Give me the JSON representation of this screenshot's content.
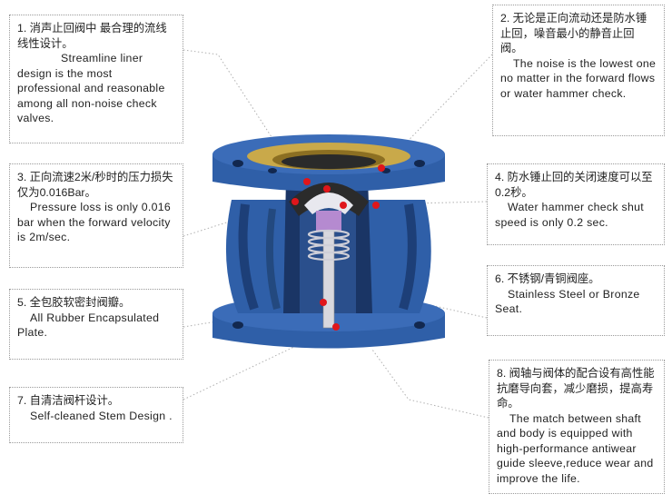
{
  "callouts": [
    {
      "id": 1,
      "cn": "1. 消声止回阀中  最合理的流线线性设计。",
      "en": "Streamline liner\ndesign is the most professional and reasonable among all non-noise check valves."
    },
    {
      "id": 2,
      "cn": "2. 无论是正向流动还是防水锤止回，噪音最小的静音止回阀。",
      "en": "The noise is the lowest one no matter in the forward flows or water hammer check."
    },
    {
      "id": 3,
      "cn": "3. 正向流速2米/秒时的压力损失仅为0.016Bar。",
      "en": "Pressure loss is only 0.016 bar when the forward velocity is 2m/sec."
    },
    {
      "id": 4,
      "cn": "4. 防水锤止回的关闭速度可以至0.2秒。",
      "en": "Water hammer check shut speed is only 0.2 sec."
    },
    {
      "id": 5,
      "cn": "5. 全包胶软密封阀瓣。",
      "en": "All Rubber Encapsulated Plate."
    },
    {
      "id": 6,
      "cn": "6. 不锈钢/青铜阀座。",
      "en": "Stainless Steel or Bronze Seat."
    },
    {
      "id": 7,
      "cn": "7. 自清洁阀杆设计。",
      "en": "Self-cleaned Stem Design ."
    },
    {
      "id": 8,
      "cn": "8. 阀轴与阀体的配合设有高性能抗磨导向套，减少磨损，提高寿命。",
      "en": "The match between shaft and body is equipped with high-performance antiwear guide sleeve,reduce wear and improve the life."
    }
  ],
  "colors": {
    "body_blue": "#2f5fa8",
    "body_dark": "#1d3f78",
    "brass": "#c9a94a",
    "marker_red": "#e0161b",
    "spring_purple": "#b58ad0"
  },
  "icons": [
    "valve-cutaway-illustration"
  ]
}
